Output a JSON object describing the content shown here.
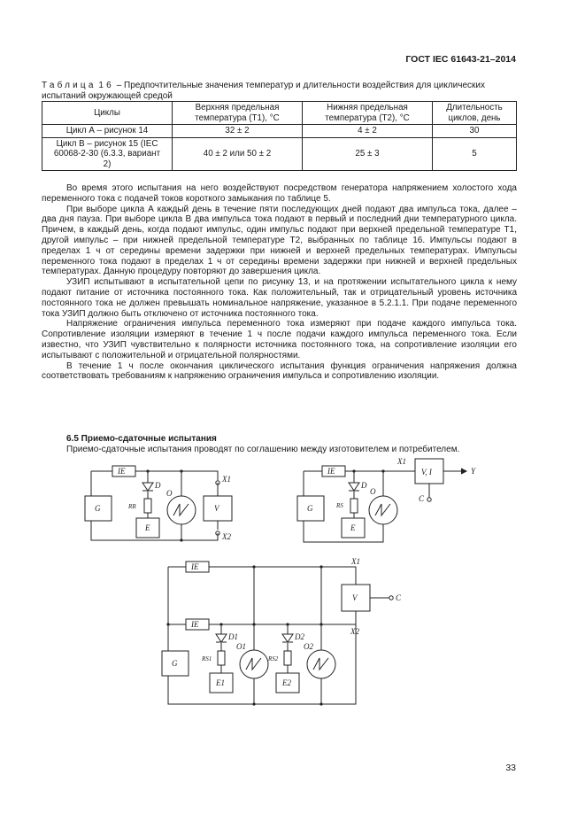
{
  "header": "ГОСТ IEC 61643-21–2014",
  "table": {
    "caption_word": "Таблица",
    "caption_num": "16",
    "caption_text": "– Предпочтительные значения температур и длительности воздействия для циклических испытаний окружающей средой",
    "headers": [
      "Циклы",
      "Верхняя предельная температура (T1), °С",
      "Нижняя предельная температура (T2), °С",
      "Длительность циклов, день"
    ],
    "rows": [
      [
        "Цикл А – рисунок 14",
        "32 ± 2",
        "4 ± 2",
        "30"
      ],
      [
        "Цикл В – рисунок 15 (IEC 60068-2-30 (6.3.3, вариант 2)",
        "40 ± 2 или 50 ± 2",
        "25 ± 3",
        "5"
      ]
    ]
  },
  "paragraphs": [
    "Во время этого испытания на него воздействуют посредством генератора напряжением холостого хода переменного тока с подачей токов короткого замыкания по таблице 5.",
    "При выборе цикла А каждый день в течение пяти последующих дней подают два импульса тока, далее – два дня пауза. При выборе цикла В два импульса тока подают в первый и последний дни температурного цикла. Причем, в каждый день, когда подают импульс, один импульс подают при верхней предельной температуре T1, другой импульс – при нижней предельной температуре T2, выбранных по таблице 16. Импульсы подают в пределах 1 ч от середины времени задержки при нижней и верхней предельных температурах. Импульсы переменного тока подают в пределах 1 ч от середины времени задержки при нижней и верхней предельных температурах. Данную процедуру повторяют до завершения цикла.",
    "УЗИП испытывают в испытательной цепи по рисунку 13, и на протяжении испытательного цикла к нему подают питание от источника постоянного тока. Как положительный, так и отрицательный уровень источника постоянного тока не должен превышать номинальное напряжение, указанное в 5.2.1.1. При подаче переменного тока УЗИП должно быть отключено от источника постоянного тока.",
    "Напряжение ограничения импульса переменного тока измеряют при подаче каждого импульса тока. Сопротивление изоляции измеряют в течение 1 ч после подачи каждого импульса переменного тока. Если известно, что УЗИП чувствительно к полярности источника постоянного тока, на сопротивление изоляции его испытывают с положительной и отрицательной полярностями.",
    "В течение 1 ч после окончания циклического испытания функция ограничения напряжения должна соответствовать требованиям к напряжению ограничения импульса и сопротивлению изоляции."
  ],
  "section": {
    "title": "6.5 Приемо-сдаточные испытания",
    "text": "Приемо-сдаточные испытания проводят по соглашению между изготовителем и потребителем."
  },
  "diagram_labels": {
    "ie": "IE",
    "d": "D",
    "d1": "D1",
    "d2": "D2",
    "o": "O",
    "o1": "O1",
    "o2": "O2",
    "rb": "RB",
    "rs": "RS",
    "rs1": "RS1",
    "rs2": "RS2",
    "g": "G",
    "e": "E",
    "e1": "E1",
    "e2": "E2",
    "v": "V",
    "vi": "V, I",
    "x1": "X1",
    "x2": "X2",
    "c": "C",
    "y": "Y"
  },
  "page_number": "33"
}
